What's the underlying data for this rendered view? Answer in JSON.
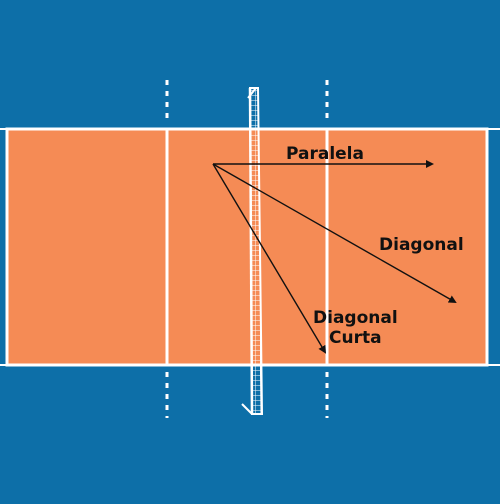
{
  "colors": {
    "background": "#0d6fa8",
    "court": "#f58b55",
    "court_lines": "#ffffff",
    "net": "#ffffff",
    "arrows": "#111111",
    "text": "#111111"
  },
  "labels": {
    "paralela": "Paralela",
    "diagonal": "Diagonal",
    "diagonal_curta_line1": "Diagonal",
    "diagonal_curta_line2": "Curta"
  }
}
